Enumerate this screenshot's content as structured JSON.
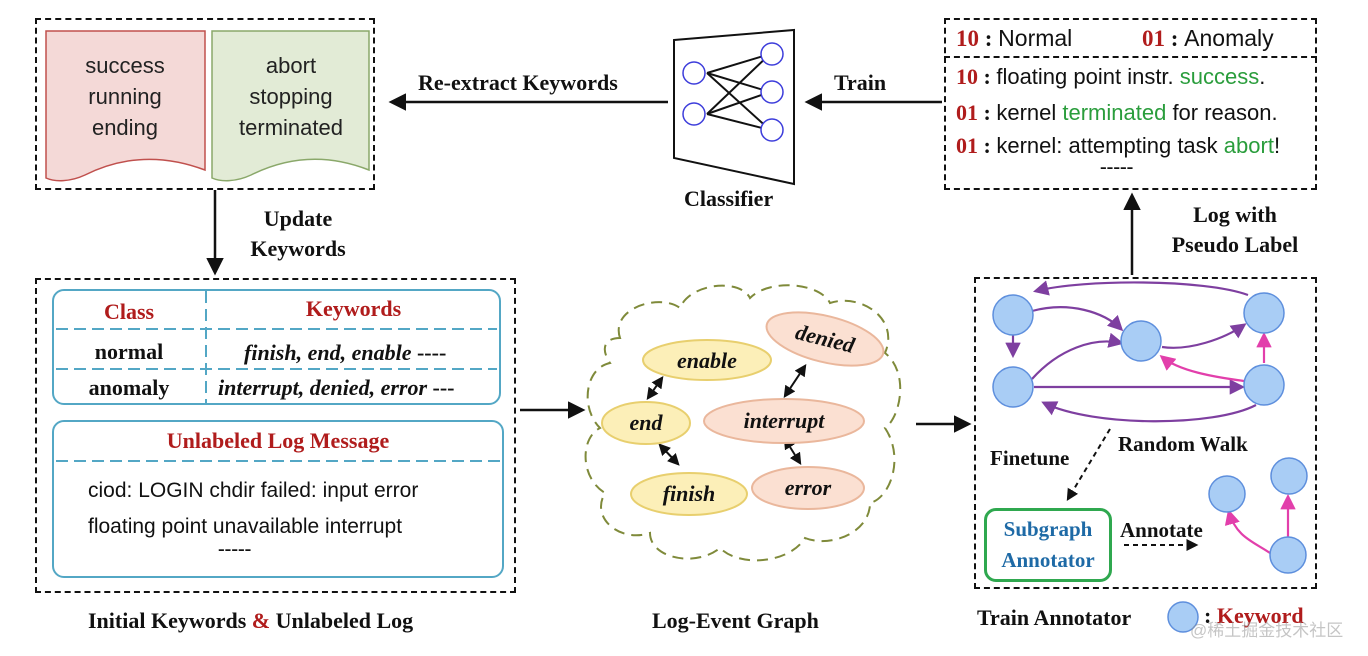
{
  "keyword_docs": {
    "normal_words": [
      "success",
      "running",
      "ending"
    ],
    "anomaly_words": [
      "abort",
      "stopping",
      "terminated"
    ]
  },
  "classifier": {
    "reextract_label": "Re-extract Keywords",
    "train_label": "Train",
    "caption": "Classifier"
  },
  "pseudo_log": {
    "normal_code": "10",
    "normal_label": "Normal",
    "anomaly_code": "01",
    "anomaly_label": "Anomaly",
    "separator": ":",
    "lines": [
      {
        "code": "10",
        "pre": "floating point instr. ",
        "kw": "success",
        "post": "."
      },
      {
        "code": "01",
        "pre": "kernel ",
        "kw": "terminated",
        "post": " for reason."
      },
      {
        "code": "01",
        "pre": "kernel: attempting task ",
        "kw": "abort",
        "post": "!"
      }
    ],
    "ellipsis": "-----",
    "caption_line1": "Log with",
    "caption_line2": "Pseudo Label"
  },
  "update_keywords": {
    "line1": "Update",
    "line2": "Keywords"
  },
  "keyword_table": {
    "class_header": "Class",
    "keywords_header": "Keywords",
    "rows": [
      {
        "class": "normal",
        "keywords": "finish, end, enable",
        "dots": "----"
      },
      {
        "class": "anomaly",
        "keywords": "interrupt, denied, error",
        "dots": "---"
      }
    ]
  },
  "unlabeled": {
    "header": "Unlabeled Log Message",
    "lines": [
      "ciod: LOGIN chdir failed: input error",
      "floating point unavailable interrupt"
    ],
    "ellipsis": "-----"
  },
  "left_caption": {
    "part1": "Initial Keywords ",
    "amp": "&",
    "part2": " Unlabeled Log"
  },
  "graph": {
    "nodes": {
      "enable": "enable",
      "end": "end",
      "finish": "finish",
      "denied": "denied",
      "interrupt": "interrupt",
      "error": "error"
    },
    "caption": "Log-Event Graph"
  },
  "annotator": {
    "random_walk": "Random Walk",
    "finetune": "Finetune",
    "subgraph_line1": "Subgraph",
    "subgraph_line2": "Annotator",
    "annotate": "Annotate",
    "caption": "Train Annotator",
    "legend_sep": ":",
    "legend_text": "Keyword"
  },
  "watermark": "@稀土掘金技术社区",
  "colors": {
    "red_label": "#b01c1c",
    "green_keyword": "#2a9d3c",
    "blue_text": "#1e6aa6",
    "normal_doc_fill": "#f4d9d7",
    "normal_doc_border": "#c0504d",
    "anomaly_doc_fill": "#e2ebd6",
    "anomaly_doc_border": "#8aa86a",
    "box_border": "#53a7c5",
    "yellow_node": "#fcefb8",
    "peach_node": "#fbe0d2",
    "graph_node": "#a9cdf5",
    "graph_node_border": "#5e8fdd",
    "purple_edge": "#7e3fa0",
    "pink_edge": "#e23fab",
    "annotator_border": "#2fa84f"
  }
}
